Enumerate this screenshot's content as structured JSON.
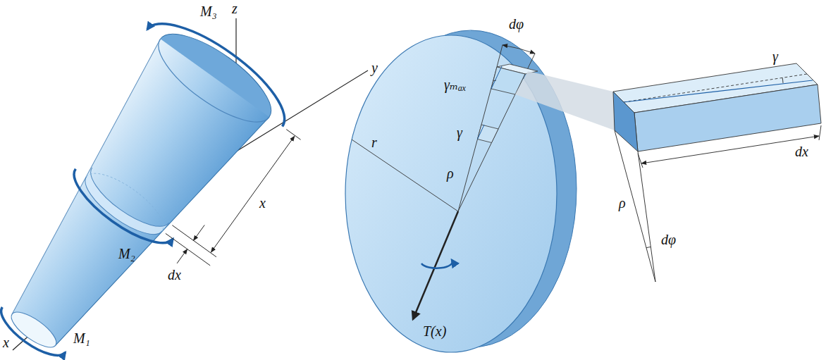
{
  "diagram": {
    "labels": [
      "z",
      "y",
      "x",
      "M₃",
      "x",
      "dx",
      "M₂",
      "M₁",
      "dφ",
      "γₘₐₓ",
      "r",
      "ρ",
      "γ",
      "T(x)",
      "γ",
      "dx",
      "dφ",
      "ρ"
    ]
  }
}
